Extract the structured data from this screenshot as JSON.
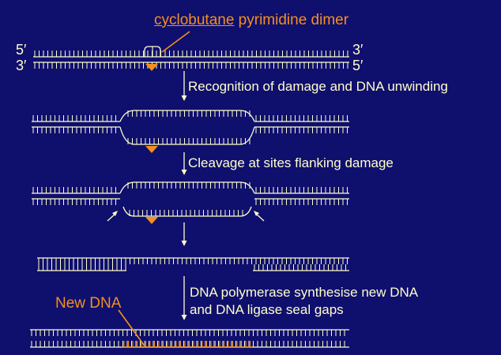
{
  "title": {
    "prefix": "cyclobutane",
    "suffix": " pyrimidine dimer"
  },
  "strand_ends": {
    "top_left": "5′",
    "bottom_left": "3′",
    "top_right": "3′",
    "bottom_right": "5′"
  },
  "steps": [
    "Recognition of damage and DNA unwinding",
    "Cleavage at sites flanking damage",
    "DNA polymerase synthesise new DNA",
    "and DNA ligase seal gaps"
  ],
  "new_dna_label": "New DNA",
  "colors": {
    "background": "#0f0f6e",
    "strand": "#ffffcc",
    "accent": "#f5901c"
  }
}
